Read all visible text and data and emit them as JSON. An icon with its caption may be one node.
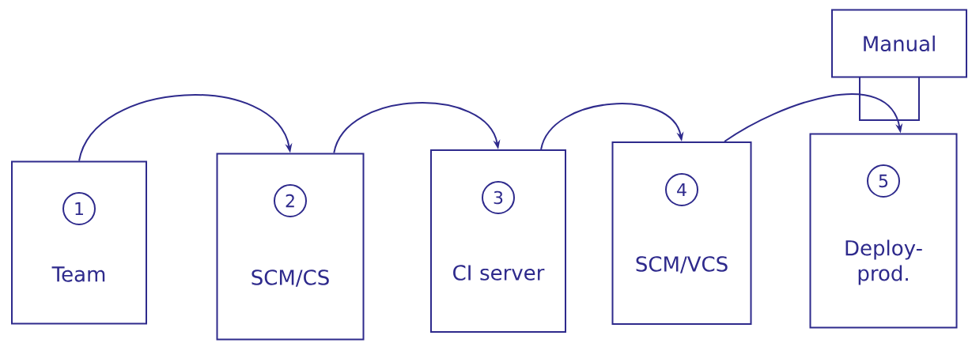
{
  "diagram": {
    "nodes": [
      {
        "text": [
          "1",
          "Team"
        ]
      },
      {
        "text": [
          "2",
          "SCM/CS"
        ]
      },
      {
        "text": [
          "3",
          "CI server"
        ]
      },
      {
        "text": [
          "4",
          "SCM/VCS"
        ]
      },
      {
        "text": [
          "5",
          "Deploy-prod."
        ]
      },
      {
        "text": [
          "Manual"
        ]
      }
    ],
    "edges": [
      {
        "from": 0,
        "to": 1,
        "arrow": "to"
      },
      {
        "from": 1,
        "to": 2,
        "arrow": "to"
      },
      {
        "from": 2,
        "to": 3,
        "arrow": "to"
      },
      {
        "from": 3,
        "to": 4,
        "arrow": "to"
      }
    ]
  }
}
